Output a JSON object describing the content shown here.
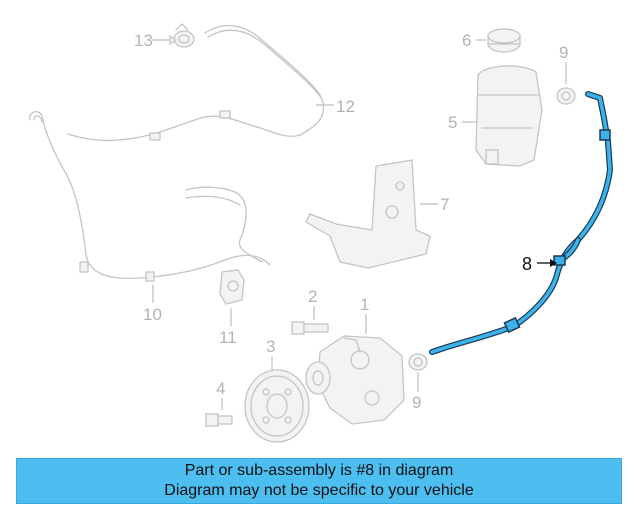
{
  "diagram": {
    "callouts": {
      "1": "1",
      "2": "2",
      "3": "3",
      "4": "4",
      "5": "5",
      "6": "6",
      "7": "7",
      "8": "8",
      "9a": "9",
      "9b": "9",
      "10": "10",
      "11": "11",
      "12": "12",
      "13": "13"
    },
    "highlight_color": "#3db2ea",
    "muted_color": "#c4c4c4"
  },
  "banner": {
    "line1": "Part or sub-assembly is #8 in diagram",
    "line2": "Diagram may not be specific to your vehicle",
    "background": "#4dbef0"
  }
}
